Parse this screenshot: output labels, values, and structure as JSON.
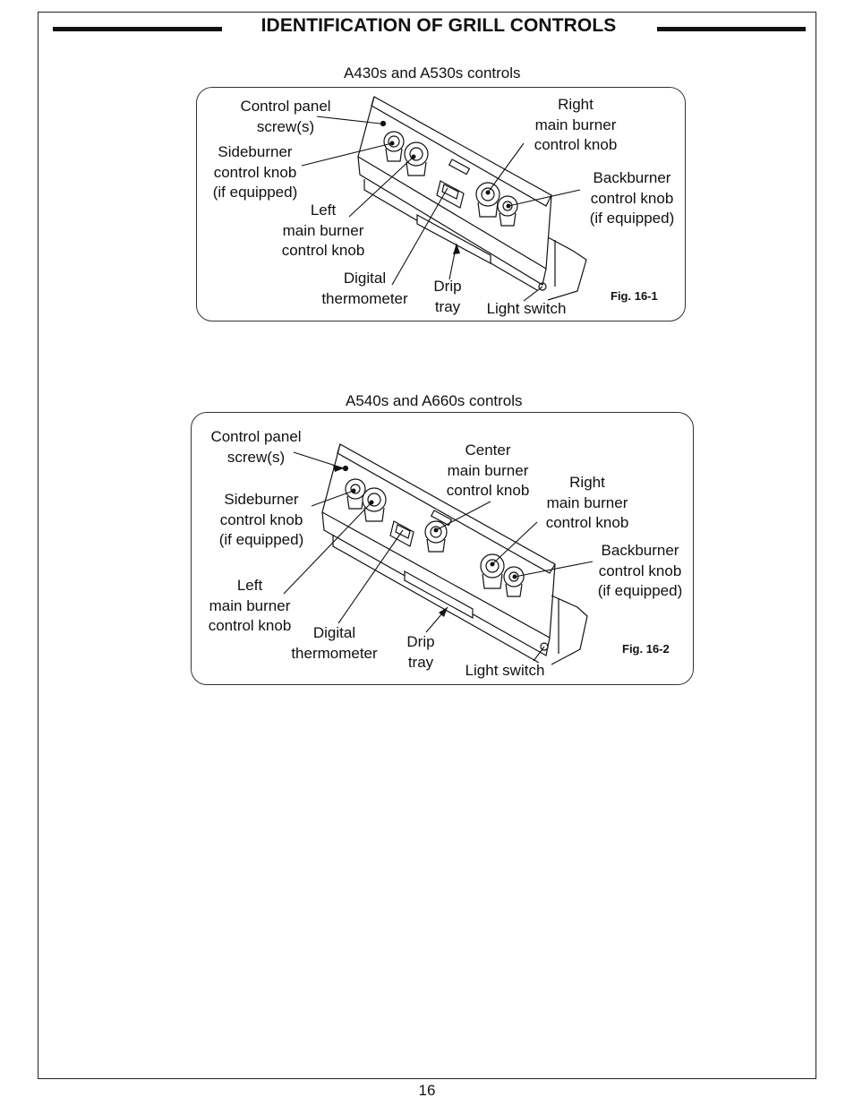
{
  "header": {
    "title": "IDENTIFICATION OF GRILL CONTROLS"
  },
  "fig1": {
    "subtitle": "A430s and A530s controls",
    "fig_label": "Fig. 16-1",
    "labels": {
      "panel_screw": [
        "Control panel",
        "screw(s)"
      ],
      "sideburner": [
        "Sideburner",
        "control knob",
        "(if equipped)"
      ],
      "left_main": [
        "Left",
        "main burner",
        "control knob"
      ],
      "digital": [
        "Digital",
        "thermometer"
      ],
      "drip": [
        "Drip",
        "tray"
      ],
      "light": [
        "Light switch"
      ],
      "right_main": [
        "Right",
        "main burner",
        "control knob"
      ],
      "backburner": [
        "Backburner",
        "control knob",
        "(if equipped)"
      ]
    }
  },
  "fig2": {
    "subtitle": "A540s and A660s controls",
    "fig_label": "Fig. 16-2",
    "labels": {
      "panel_screw": [
        "Control panel",
        "screw(s)"
      ],
      "sideburner": [
        "Sideburner",
        "control knob",
        "(if equipped)"
      ],
      "left_main": [
        "Left",
        "main burner",
        "control knob"
      ],
      "digital": [
        "Digital",
        "thermometer"
      ],
      "drip": [
        "Drip",
        "tray"
      ],
      "center_main": [
        "Center",
        "main burner",
        "control knob"
      ],
      "right_main": [
        "Right",
        "main burner",
        "control knob"
      ],
      "backburner": [
        "Backburner",
        "control knob",
        "(if equipped)"
      ],
      "light": [
        "Light switch"
      ]
    }
  },
  "footer": {
    "page_number": "16"
  }
}
